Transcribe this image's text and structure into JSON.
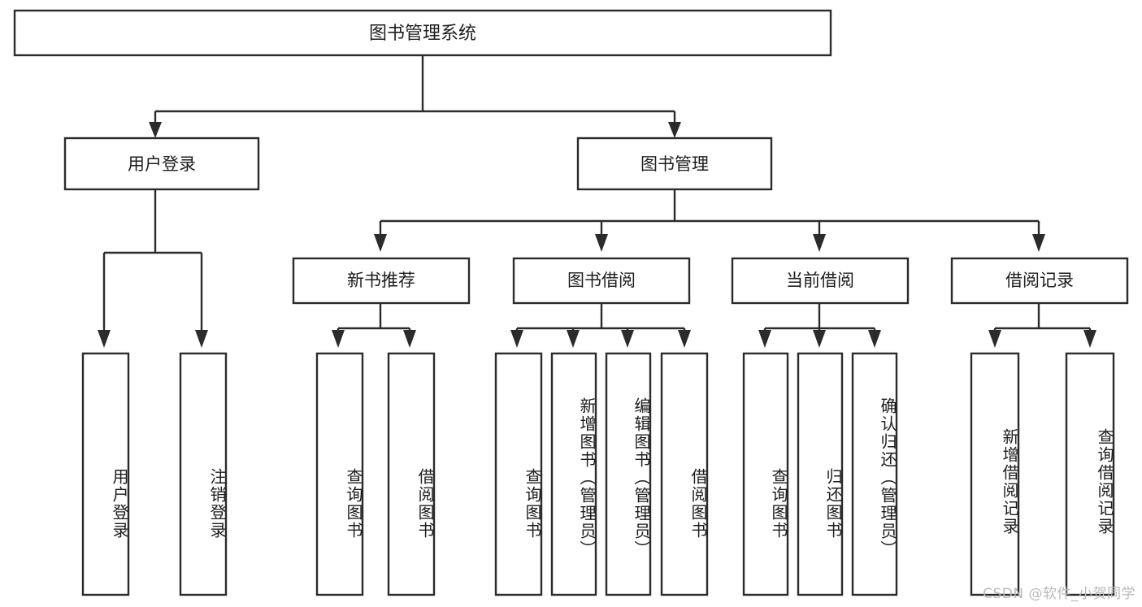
{
  "diagram": {
    "type": "tree-hierarchy-diagram",
    "title": "图书管理系统",
    "orientation": "top-down",
    "colors": {
      "box_stroke": "#2b2b2b",
      "box_fill": "#ffffff",
      "text": "#1d1d1d",
      "background": "#ffffff",
      "watermark": "#b9b9b9"
    },
    "root": {
      "id": "root",
      "label": "图书管理系统",
      "text_orientation": "horizontal"
    },
    "level2": [
      {
        "id": "user-login",
        "label": "用户登录",
        "text_orientation": "horizontal"
      },
      {
        "id": "book-management",
        "label": "图书管理",
        "text_orientation": "horizontal"
      }
    ],
    "level3": [
      {
        "id": "new-book-recommend",
        "label": "新书推荐",
        "parent": "book-management",
        "text_orientation": "horizontal"
      },
      {
        "id": "book-borrow",
        "label": "图书借阅",
        "parent": "book-management",
        "text_orientation": "horizontal"
      },
      {
        "id": "current-borrow",
        "label": "当前借阅",
        "parent": "book-management",
        "text_orientation": "horizontal"
      },
      {
        "id": "borrow-records",
        "label": "借阅记录",
        "parent": "book-management",
        "text_orientation": "horizontal"
      }
    ],
    "leaves": [
      {
        "id": "leaf-user-login",
        "label": "用户登录",
        "parent": "user-login",
        "text_orientation": "vertical"
      },
      {
        "id": "leaf-logout-login",
        "label": "注销登录",
        "parent": "user-login",
        "text_orientation": "vertical"
      },
      {
        "id": "leaf-query-book-1",
        "label": "查询图书",
        "parent": "new-book-recommend",
        "text_orientation": "vertical"
      },
      {
        "id": "leaf-borrow-book-1",
        "label": "借阅图书",
        "parent": "new-book-recommend",
        "text_orientation": "vertical"
      },
      {
        "id": "leaf-query-book-2",
        "label": "查询图书",
        "parent": "book-borrow",
        "text_orientation": "vertical"
      },
      {
        "id": "leaf-add-book-admin",
        "label": "新增图书（管理员）",
        "parent": "book-borrow",
        "text_orientation": "vertical"
      },
      {
        "id": "leaf-edit-book-admin",
        "label": "编辑图书（管理员）",
        "parent": "book-borrow",
        "text_orientation": "vertical"
      },
      {
        "id": "leaf-borrow-book-2",
        "label": "借阅图书",
        "parent": "book-borrow",
        "text_orientation": "vertical"
      },
      {
        "id": "leaf-query-book-3",
        "label": "查询图书",
        "parent": "current-borrow",
        "text_orientation": "vertical"
      },
      {
        "id": "leaf-return-book",
        "label": "归还图书",
        "parent": "current-borrow",
        "text_orientation": "vertical"
      },
      {
        "id": "leaf-confirm-return-admin",
        "label": "确认归还（管理员）",
        "parent": "current-borrow",
        "text_orientation": "vertical"
      },
      {
        "id": "leaf-add-borrow-record",
        "label": "新增借阅记录",
        "parent": "borrow-records",
        "text_orientation": "vertical"
      },
      {
        "id": "leaf-query-borrow-record",
        "label": "查询借阅记录",
        "parent": "borrow-records",
        "text_orientation": "vertical"
      }
    ]
  },
  "watermark": {
    "text": "CSDN @软件_小贺同学"
  }
}
